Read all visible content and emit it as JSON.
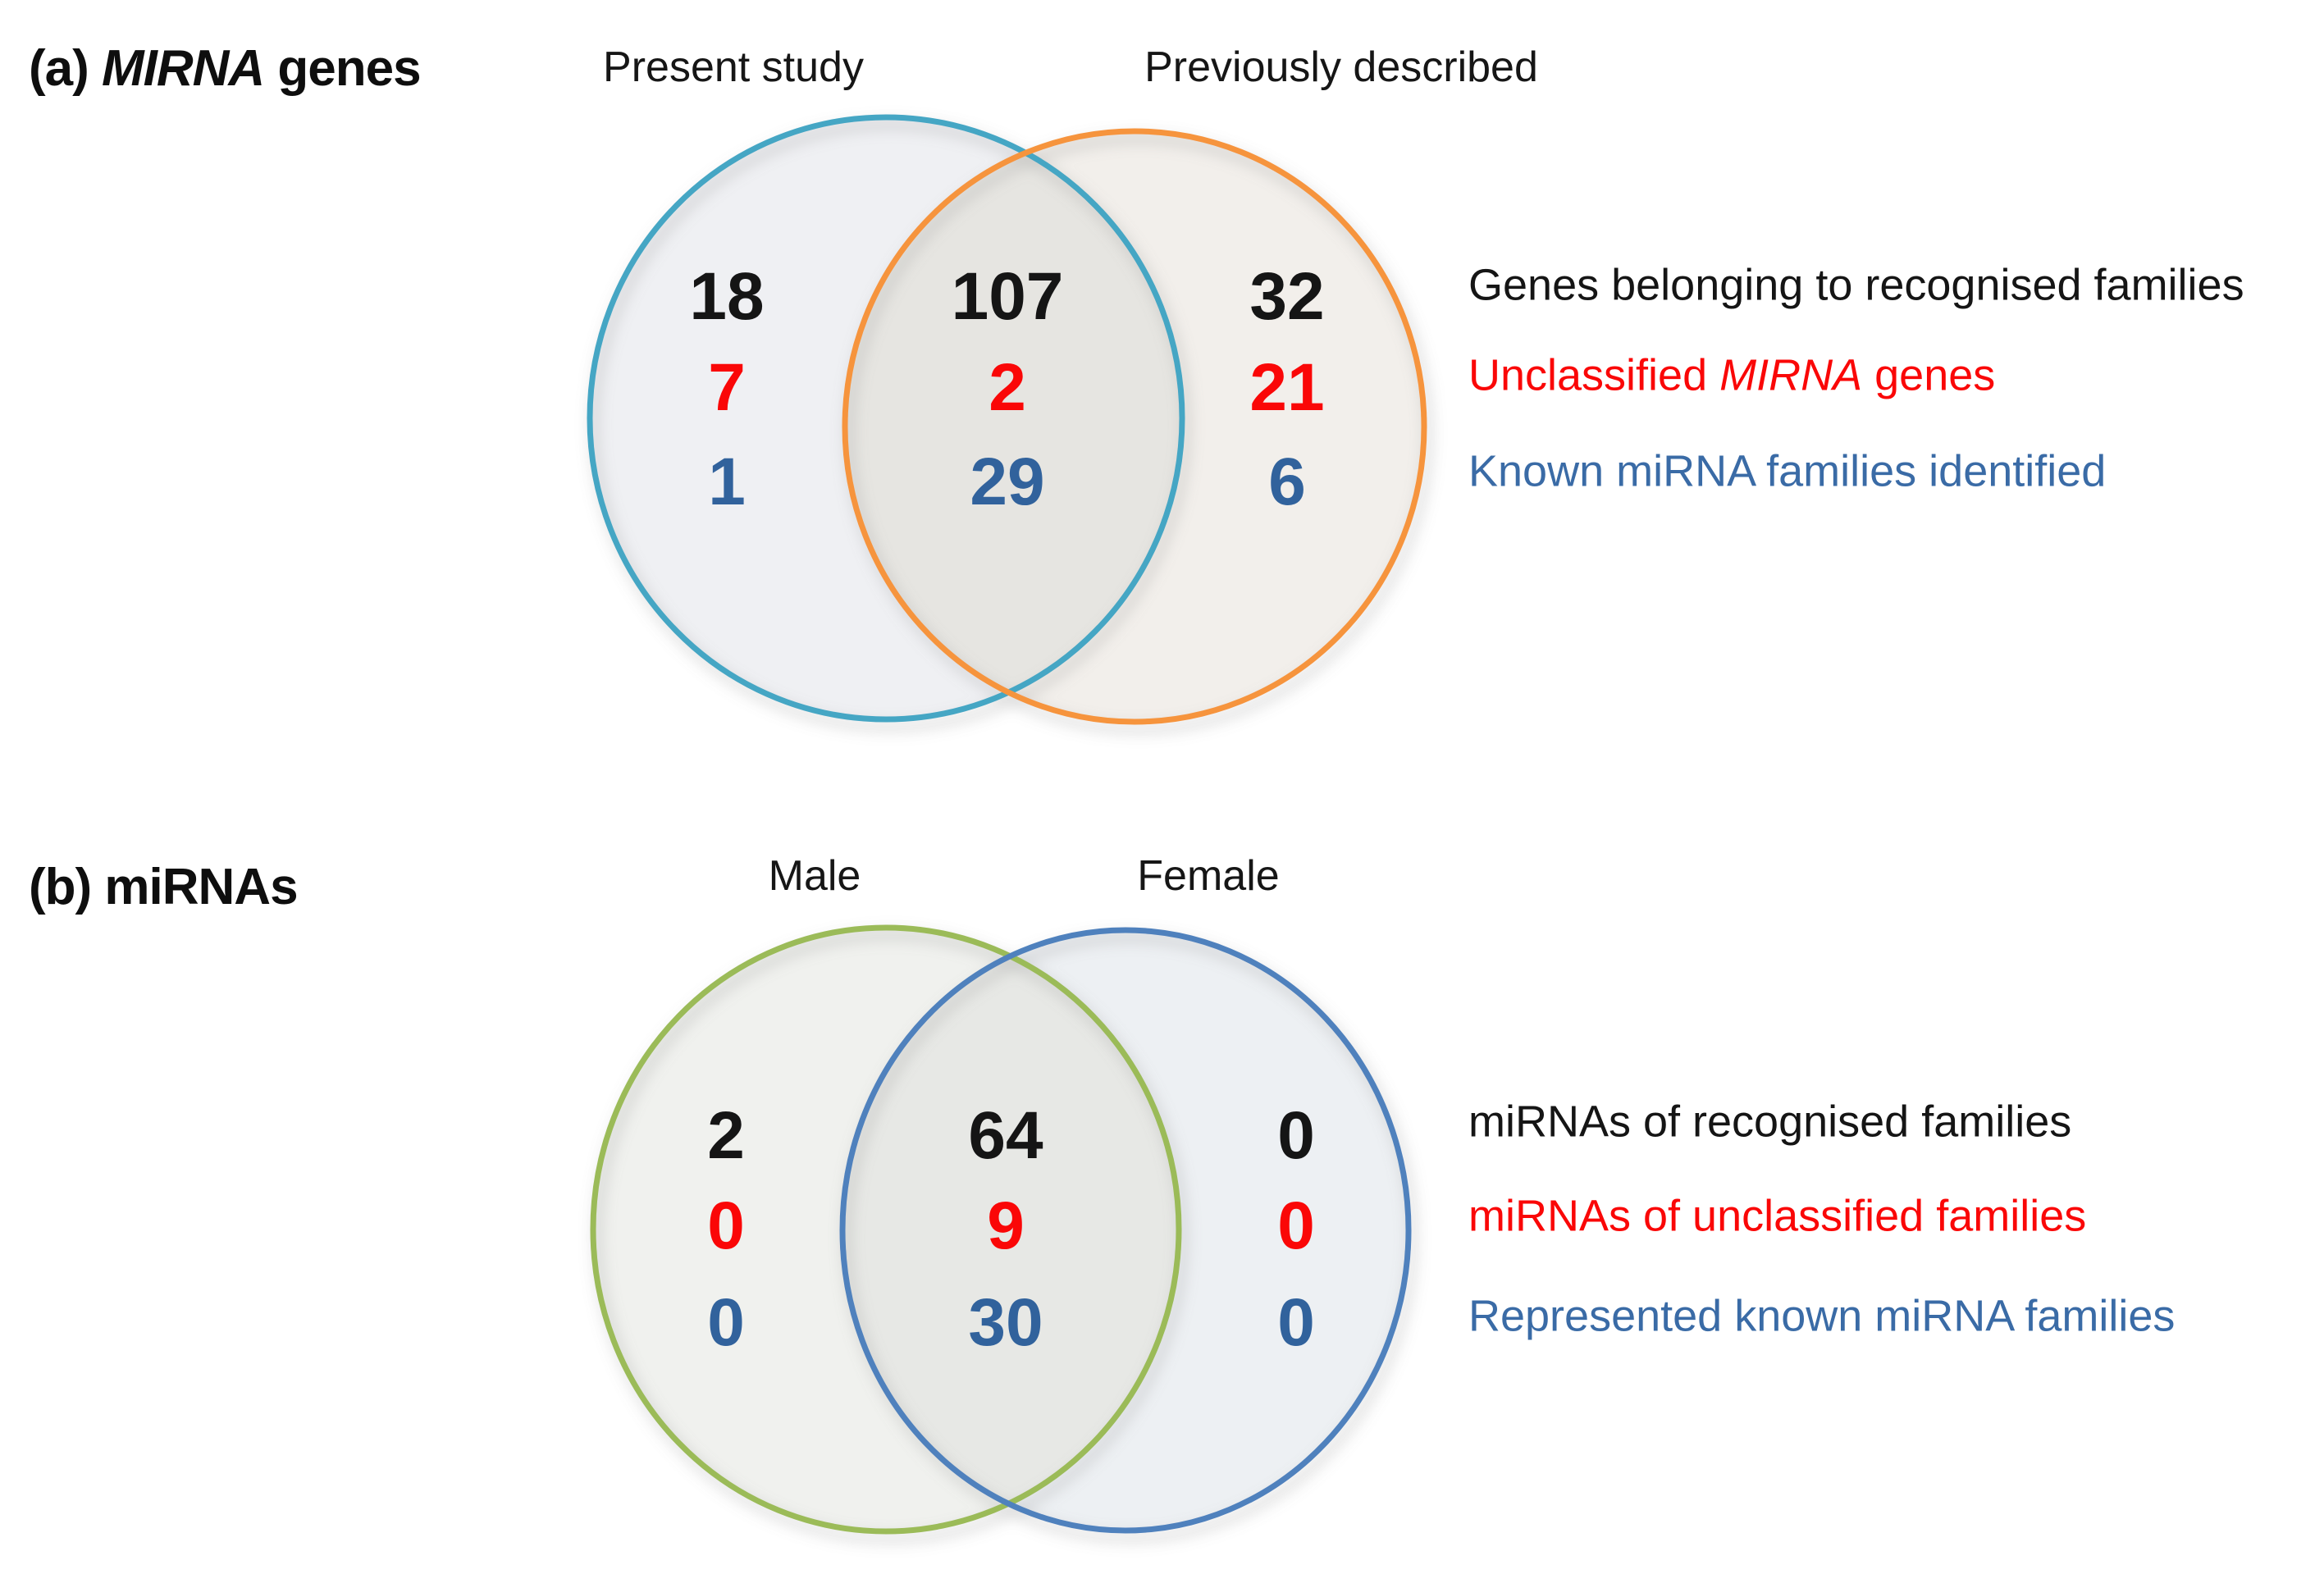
{
  "colors": {
    "teal": "#45A6C4",
    "orange": "#F6943D",
    "green": "#9BBB59",
    "blue": "#4F81BD",
    "black_text": "#151515",
    "red_text": "#FA0707",
    "blue_num": "#31629C",
    "legend_blue": "#3A6BA6",
    "fill_a_left": "#EFF0F3",
    "fill_a_right": "#F2EFEB",
    "fill_a_overlap": "#E6E5E1",
    "fill_b_left": "#F0F1EE",
    "fill_b_right": "#EDF0F3",
    "fill_b_overlap": "#E7E8E5"
  },
  "panel_a": {
    "title_prefix": "(a) ",
    "title_italic": "MIRNA",
    "title_suffix": " genes",
    "circle_left_label": "Present study",
    "circle_right_label": "Previously described",
    "counts": {
      "left": {
        "recognised": "18",
        "unclassified": "7",
        "known": "1"
      },
      "overlap": {
        "recognised": "107",
        "unclassified": "2",
        "known": "29"
      },
      "right": {
        "recognised": "32",
        "unclassified": "21",
        "known": "6"
      }
    },
    "legend": {
      "recognised": "Genes belonging to recognised families",
      "unclassified_prefix": "Unclassified ",
      "unclassified_italic": "MIRNA",
      "unclassified_suffix": " genes",
      "known": "Known miRNA families identified"
    }
  },
  "panel_b": {
    "title_prefix": "(b) ",
    "title_suffix": "miRNAs",
    "circle_left_label": "Male",
    "circle_right_label": "Female",
    "counts": {
      "left": {
        "recognised": "2",
        "unclassified": "0",
        "known": "0"
      },
      "overlap": {
        "recognised": "64",
        "unclassified": "9",
        "known": "30"
      },
      "right": {
        "recognised": "0",
        "unclassified": "0",
        "known": "0"
      }
    },
    "legend": {
      "recognised": "miRNAs of recognised families",
      "unclassified": "miRNAs of unclassified families",
      "known": "Represented known miRNA families"
    }
  }
}
